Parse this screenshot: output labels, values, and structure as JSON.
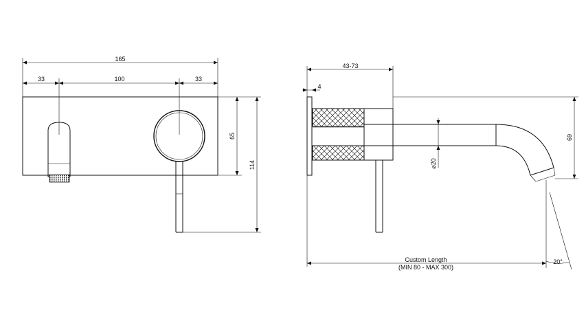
{
  "front_view": {
    "dim_total_width": "165",
    "dim_left_offset": "33",
    "dim_center_spacing": "100",
    "dim_right_offset": "33",
    "dim_plate_height": "65",
    "dim_total_height": "114"
  },
  "side_view": {
    "dim_projection": "43-73",
    "dim_plate_thickness": "4",
    "dim_spout_diameter": "⌀20",
    "dim_spout_height": "69",
    "dim_angle": "20°",
    "length_label": "Custom Length",
    "length_range": "(MIN 80 - MAX 300)"
  },
  "colors": {
    "line": "#111111",
    "background": "#ffffff"
  }
}
